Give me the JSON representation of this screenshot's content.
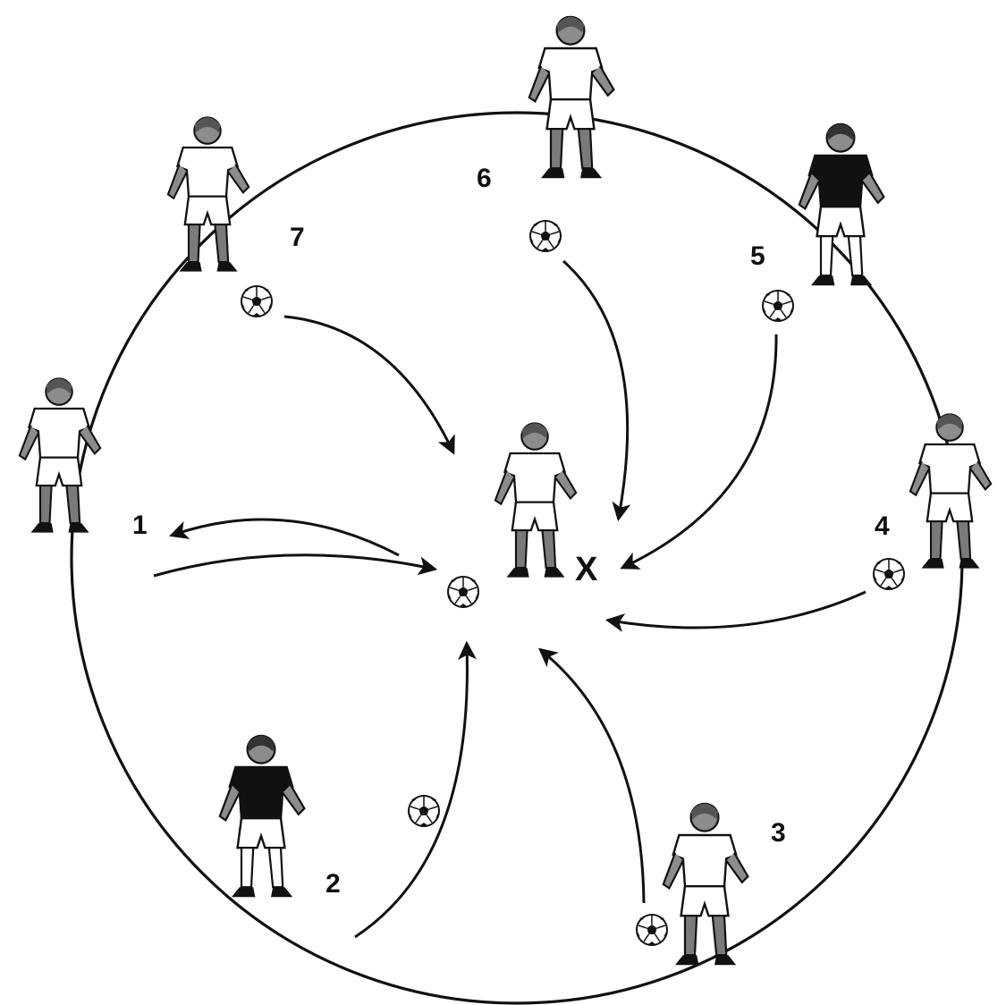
{
  "diagram": {
    "kind": "soccer passing drill",
    "colors": {
      "line": "#111111",
      "jersey_light": "#ffffff",
      "jersey_dark": "#111111",
      "skin": "#8c8c8c",
      "sock": "#7a7a7a"
    },
    "center": {
      "label": "X",
      "icon": "soccer-ball-icon"
    },
    "positions": [
      {
        "label": "1",
        "jersey": "light",
        "has_ball": false
      },
      {
        "label": "2",
        "jersey": "dark",
        "has_ball": true
      },
      {
        "label": "3",
        "jersey": "light",
        "has_ball": true
      },
      {
        "label": "4",
        "jersey": "light",
        "has_ball": true
      },
      {
        "label": "5",
        "jersey": "dark",
        "has_ball": true
      },
      {
        "label": "6",
        "jersey": "light",
        "has_ball": true
      },
      {
        "label": "7",
        "jersey": "light",
        "has_ball": true
      }
    ]
  }
}
